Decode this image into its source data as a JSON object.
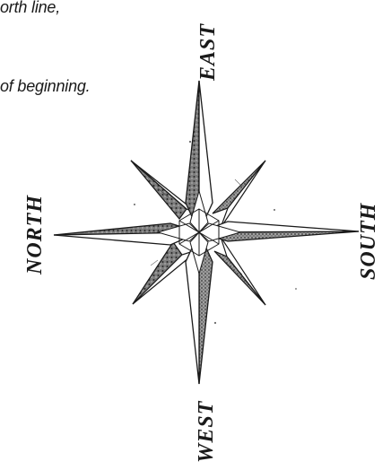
{
  "text": {
    "line1": "orth line,",
    "line2": "of beginning."
  },
  "compass": {
    "north": "NORTH",
    "east": "EAST",
    "south": "SOUTH",
    "west": "WEST"
  },
  "colors": {
    "ink": "#1a1a1a",
    "background": "#ffffff"
  }
}
